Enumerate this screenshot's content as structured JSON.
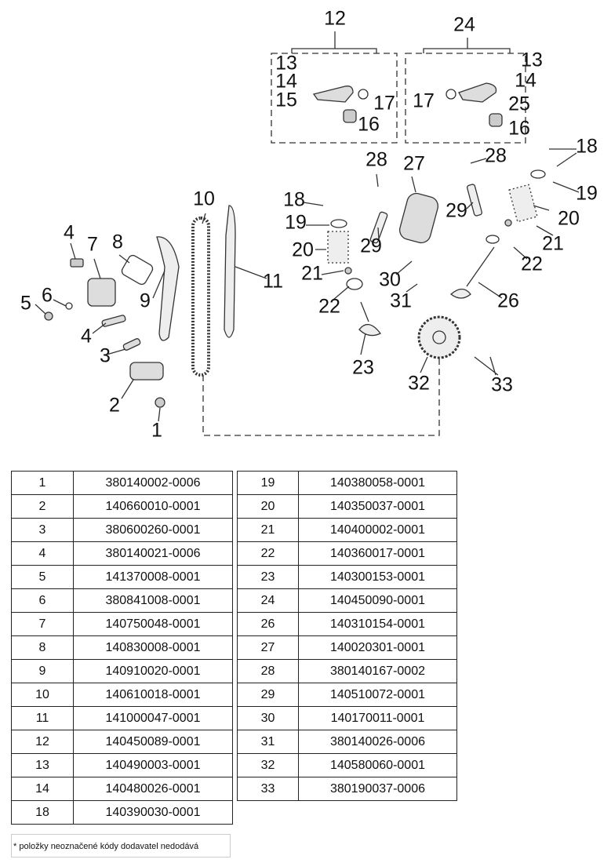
{
  "diagram": {
    "callouts": [
      "12",
      "24",
      "13",
      "14",
      "15",
      "17",
      "16",
      "13",
      "14",
      "17",
      "25",
      "16",
      "18",
      "28",
      "27",
      "28",
      "19",
      "10",
      "18",
      "19",
      "20",
      "29",
      "4",
      "7",
      "8",
      "20",
      "29",
      "21",
      "22",
      "11",
      "21",
      "30",
      "5",
      "6",
      "9",
      "31",
      "26",
      "22",
      "4",
      "3",
      "23",
      "32",
      "33",
      "2",
      "1"
    ]
  },
  "parts_left": [
    {
      "no": "1",
      "code": "380140002-0006"
    },
    {
      "no": "2",
      "code": "140660010-0001"
    },
    {
      "no": "3",
      "code": "380600260-0001"
    },
    {
      "no": "4",
      "code": "380140021-0006"
    },
    {
      "no": "5",
      "code": "141370008-0001"
    },
    {
      "no": "6",
      "code": "380841008-0001"
    },
    {
      "no": "7",
      "code": "140750048-0001"
    },
    {
      "no": "8",
      "code": "140830008-0001"
    },
    {
      "no": "9",
      "code": "140910020-0001"
    },
    {
      "no": "10",
      "code": "140610018-0001"
    },
    {
      "no": "11",
      "code": "141000047-0001"
    },
    {
      "no": "12",
      "code": "140450089-0001"
    },
    {
      "no": "13",
      "code": "140490003-0001"
    },
    {
      "no": "14",
      "code": "140480026-0001"
    },
    {
      "no": "18",
      "code": "140390030-0001"
    }
  ],
  "parts_right": [
    {
      "no": "19",
      "code": "140380058-0001"
    },
    {
      "no": "20",
      "code": "140350037-0001"
    },
    {
      "no": "21",
      "code": "140400002-0001"
    },
    {
      "no": "22",
      "code": "140360017-0001"
    },
    {
      "no": "23",
      "code": "140300153-0001"
    },
    {
      "no": "24",
      "code": "140450090-0001"
    },
    {
      "no": "26",
      "code": "140310154-0001"
    },
    {
      "no": "27",
      "code": "140020301-0001"
    },
    {
      "no": "28",
      "code": "380140167-0002"
    },
    {
      "no": "29",
      "code": "140510072-0001"
    },
    {
      "no": "30",
      "code": "140170011-0001"
    },
    {
      "no": "31",
      "code": "380140026-0006"
    },
    {
      "no": "32",
      "code": "140580060-0001"
    },
    {
      "no": "33",
      "code": "380190037-0006"
    }
  ],
  "note": "* položky neoznačené kódy dodavatel nedodává"
}
